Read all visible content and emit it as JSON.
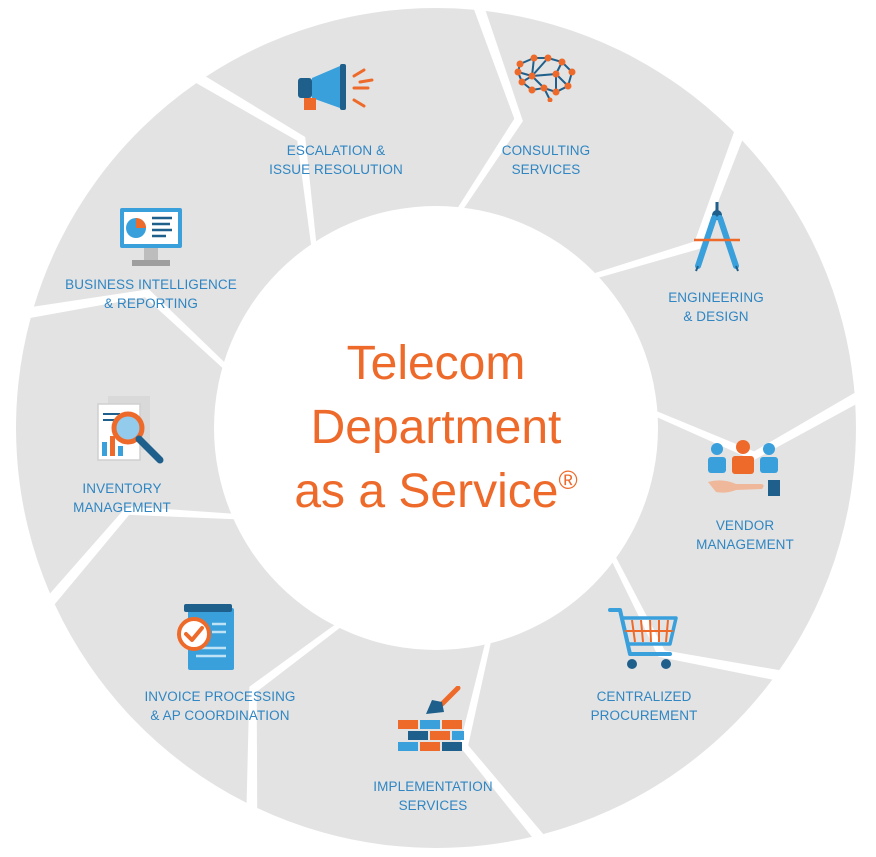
{
  "center": {
    "line1": "Telecom",
    "line2": "Department",
    "line3": "as a Service",
    "mark": "®"
  },
  "segments": [
    {
      "icon": "brain-network-icon",
      "line1": "CONSULTING",
      "line2": "SERVICES"
    },
    {
      "icon": "drafting-compass-icon",
      "line1": "ENGINEERING",
      "line2": "& DESIGN"
    },
    {
      "icon": "vendor-people-hand-icon",
      "line1": "VENDOR",
      "line2": "MANAGEMENT"
    },
    {
      "icon": "shopping-cart-icon",
      "line1": "CENTRALIZED",
      "line2": "PROCUREMENT"
    },
    {
      "icon": "bricks-trowel-icon",
      "line1": "IMPLEMENTATION",
      "line2": "SERVICES"
    },
    {
      "icon": "checked-document-icon",
      "line1": "INVOICE PROCESSING",
      "line2": "& AP COORDINATION"
    },
    {
      "icon": "magnifier-report-icon",
      "line1": "INVENTORY",
      "line2": "MANAGEMENT"
    },
    {
      "icon": "monitor-dashboard-icon",
      "line1": "BUSINESS INTELLIGENCE",
      "line2": "& REPORTING"
    },
    {
      "icon": "megaphone-icon",
      "line1": "ESCALATION &",
      "line2": "ISSUE RESOLUTION"
    }
  ],
  "colors": {
    "segment": "#e3e3e3",
    "label": "#2f86c3",
    "title": "#ee6a2a",
    "icon_blue": "#3aa0dc",
    "icon_dark": "#1f5f8b",
    "icon_orange": "#ee6a2a"
  }
}
